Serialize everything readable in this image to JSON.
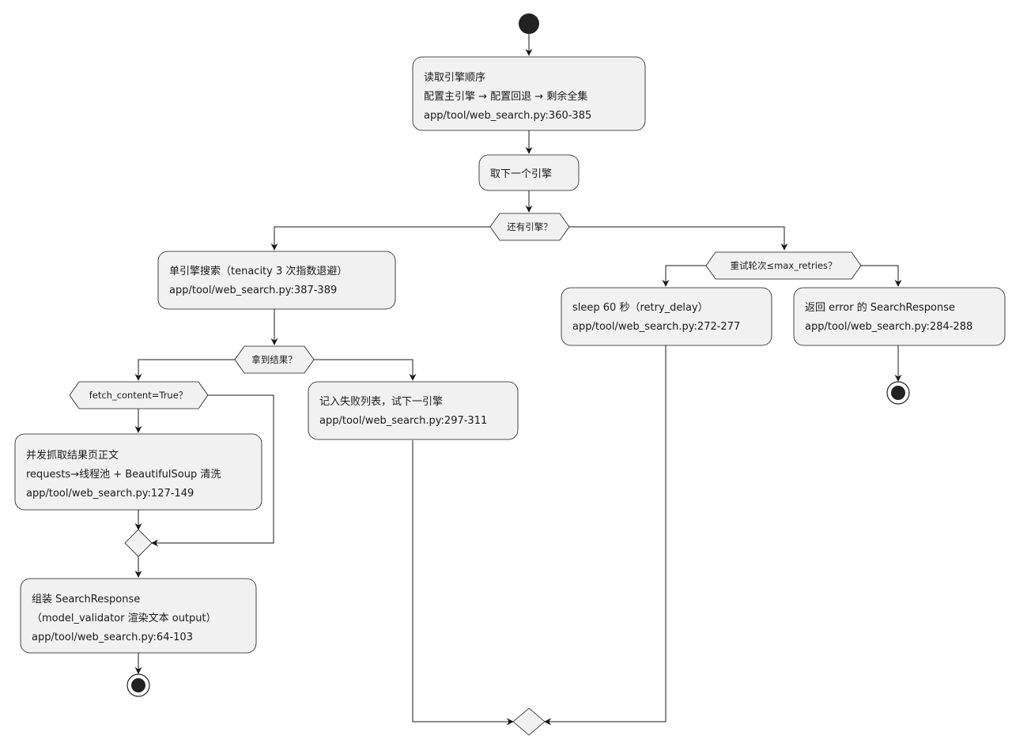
{
  "activities": {
    "read_order": {
      "lines": [
        "读取引擎顺序",
        "配置主引擎 → 配置回退 → 剩余全集",
        "app/tool/web_search.py:360-385"
      ]
    },
    "next_engine": {
      "lines": [
        "取下一个引擎"
      ]
    },
    "single_search": {
      "lines": [
        "单引擎搜索（tenacity 3 次指数退避）",
        "app/tool/web_search.py:387-389"
      ]
    },
    "record_fail": {
      "lines": [
        "记入失败列表，试下一引擎",
        "app/tool/web_search.py:297-311"
      ]
    },
    "fetch_body": {
      "lines": [
        "并发抓取结果页正文",
        "requests→线程池 + BeautifulSoup 清洗",
        "app/tool/web_search.py:127-149"
      ]
    },
    "assemble": {
      "lines": [
        "组装 SearchResponse",
        "（model_validator 渲染文本 output）",
        "app/tool/web_search.py:64-103"
      ]
    },
    "sleep": {
      "lines": [
        "sleep 60 秒（retry_delay）",
        "app/tool/web_search.py:272-277"
      ]
    },
    "return_error": {
      "lines": [
        "返回 error 的 SearchResponse",
        "app/tool/web_search.py:284-288"
      ]
    }
  },
  "decisions": {
    "has_engine": "还有引擎？",
    "retry_round": "重试轮次≤max_retries？",
    "got_result": "拿到结果？",
    "fetch_content": "fetch_content=True？"
  }
}
